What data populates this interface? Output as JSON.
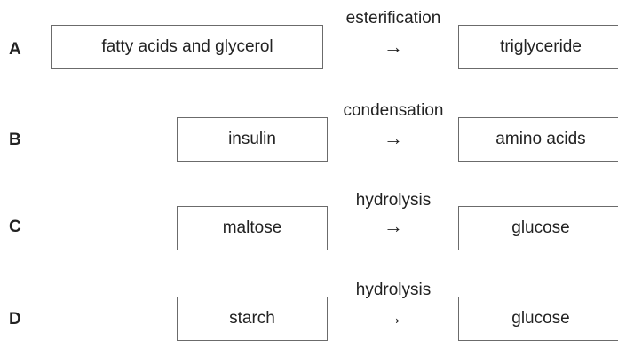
{
  "rows": [
    {
      "letter": "A",
      "left_box": "fatty acids and glycerol",
      "process": "esterification",
      "arrow": "→",
      "right_box": "triglyceride"
    },
    {
      "letter": "B",
      "left_box": "insulin",
      "process": "condensation",
      "arrow": "→",
      "right_box": "amino acids"
    },
    {
      "letter": "C",
      "left_box": "maltose",
      "process": "hydrolysis",
      "arrow": "→",
      "right_box": "glucose"
    },
    {
      "letter": "D",
      "left_box": "starch",
      "process": "hydrolysis",
      "arrow": "→",
      "right_box": "glucose"
    }
  ]
}
